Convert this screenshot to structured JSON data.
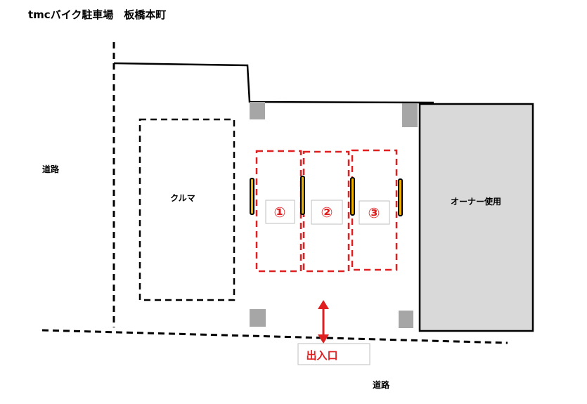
{
  "title": "tmcバイク駐車場　板橋本町",
  "labels": {
    "road_left": "道路",
    "road_bottom": "道路",
    "car": "クルマ",
    "owner": "オーナー使用",
    "entrance": "出入口"
  },
  "spaces": [
    {
      "number": "①"
    },
    {
      "number": "②"
    },
    {
      "number": "③"
    }
  ],
  "colors": {
    "space_border": "#e02020",
    "owner_fill": "#d9d9d9",
    "pillar": "#a6a6a6",
    "bumper": "#f0b400"
  }
}
